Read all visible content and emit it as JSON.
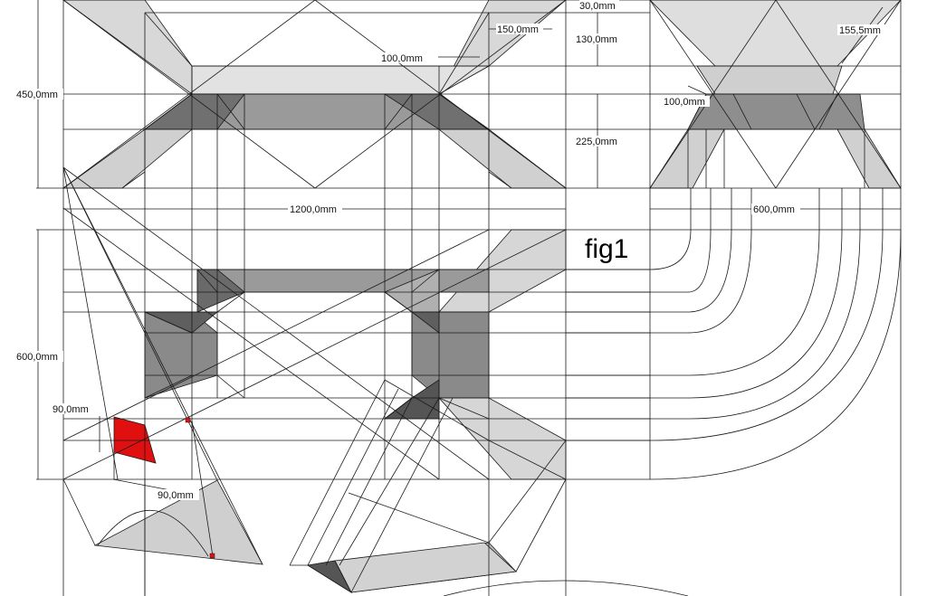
{
  "figure_title": "fig1",
  "dimensions": {
    "d_30": "30,0mm",
    "d_150": "150,0mm",
    "d_130": "130,0mm",
    "d_155": "155,5mm",
    "d_100_top": "100,0mm",
    "d_100_right": "100,0mm",
    "d_450": "450,0mm",
    "d_225": "225,0mm",
    "d_1200": "1200,0mm",
    "d_600_h": "600,0mm",
    "d_600_v": "600,0mm",
    "d_90_v": "90,0mm",
    "d_90_h": "90,0mm"
  },
  "colors": {
    "line": "#1a1a1a",
    "fill_light": "#d4d4d4",
    "fill_mid": "#9a9a9a",
    "fill_dark": "#6e6e6e",
    "fill_red": "#e01010"
  }
}
